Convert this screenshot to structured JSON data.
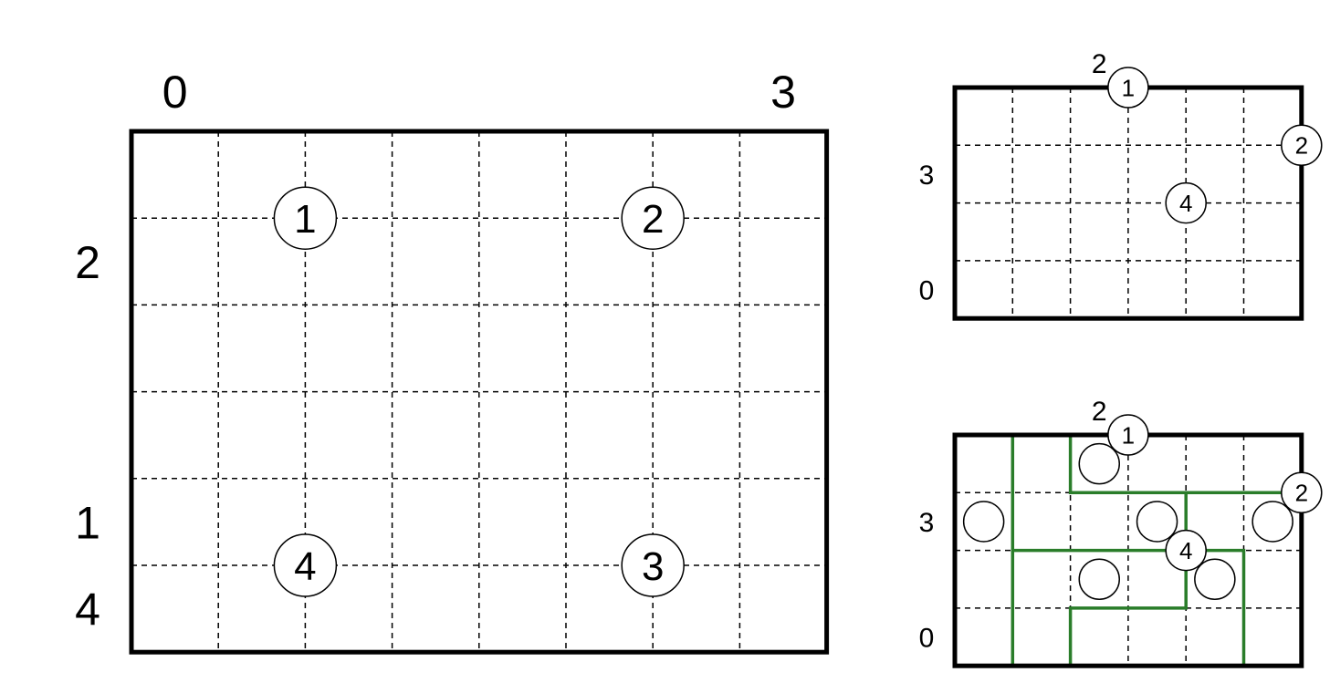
{
  "puzzles": [
    {
      "id": "large",
      "cols": 8,
      "rows": 6,
      "top_labels": [
        {
          "col": 0,
          "text": "0"
        },
        {
          "col": 7,
          "text": "3"
        }
      ],
      "left_labels": [
        {
          "row": 1,
          "text": "2"
        },
        {
          "row": 4,
          "text": "1"
        },
        {
          "row": 5,
          "text": "4"
        }
      ],
      "clues": [
        {
          "gx": 2,
          "gy": 1,
          "text": "1"
        },
        {
          "gx": 6,
          "gy": 1,
          "text": "2"
        },
        {
          "gx": 6,
          "gy": 5,
          "text": "3"
        },
        {
          "gx": 2,
          "gy": 5,
          "text": "4"
        }
      ]
    },
    {
      "id": "example",
      "cols": 6,
      "rows": 4,
      "top_labels": [
        {
          "col": 2,
          "text": "2"
        }
      ],
      "left_labels": [
        {
          "row": 1,
          "text": "3"
        },
        {
          "row": 3,
          "text": "0"
        }
      ],
      "clues": [
        {
          "gx": 3,
          "gy": 0,
          "text": "1"
        },
        {
          "gx": 6,
          "gy": 1,
          "text": "2"
        },
        {
          "gx": 4,
          "gy": 2,
          "text": "4"
        }
      ]
    },
    {
      "id": "solution",
      "cols": 6,
      "rows": 4,
      "top_labels": [
        {
          "col": 2,
          "text": "2"
        }
      ],
      "left_labels": [
        {
          "row": 1,
          "text": "3"
        },
        {
          "row": 3,
          "text": "0"
        }
      ],
      "clues": [
        {
          "gx": 3,
          "gy": 0,
          "text": "1"
        },
        {
          "gx": 6,
          "gy": 1,
          "text": "2"
        },
        {
          "gx": 4,
          "gy": 2,
          "text": "4"
        }
      ],
      "markers": [
        {
          "cx": 2.5,
          "cy": 0.5
        },
        {
          "cx": 0.5,
          "cy": 1.5
        },
        {
          "cx": 3.5,
          "cy": 1.5
        },
        {
          "cx": 5.5,
          "cy": 1.5
        },
        {
          "cx": 2.5,
          "cy": 2.5
        },
        {
          "cx": 4.5,
          "cy": 2.5
        }
      ],
      "solution_paths": [
        [
          [
            1,
            0
          ],
          [
            1,
            4
          ]
        ],
        [
          [
            2,
            0
          ],
          [
            2,
            1
          ],
          [
            6,
            1
          ]
        ],
        [
          [
            4,
            1
          ],
          [
            4,
            3
          ],
          [
            2,
            3
          ],
          [
            2,
            4
          ]
        ],
        [
          [
            1,
            2
          ],
          [
            5,
            2
          ],
          [
            5,
            4
          ]
        ]
      ],
      "solution_color": "#2a7d2a"
    }
  ]
}
